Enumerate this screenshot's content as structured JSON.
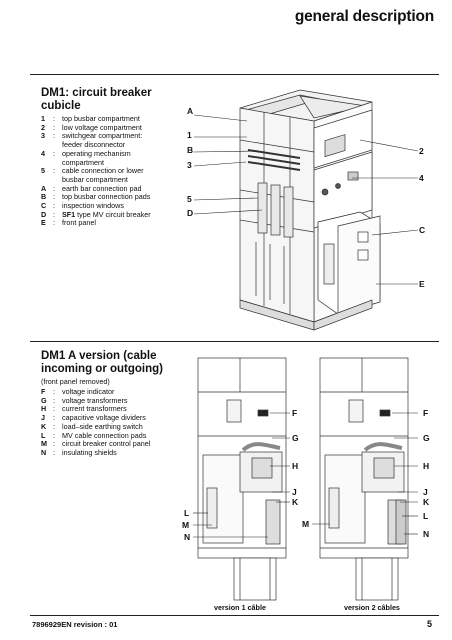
{
  "header": {
    "title": "general description"
  },
  "section1": {
    "title_line1": "DM1: circuit breaker",
    "title_line2": "cubicle",
    "legend": [
      {
        "key": "1",
        "lines": [
          "top busbar compartment"
        ]
      },
      {
        "key": "2",
        "lines": [
          "low voltage compartment"
        ]
      },
      {
        "key": "3",
        "lines": [
          "switchgear compartment:",
          "feeder disconnector"
        ]
      },
      {
        "key": "4",
        "lines": [
          "operating mechanism",
          "compartment"
        ]
      },
      {
        "key": "5",
        "lines": [
          "cable connection or lower",
          "busbar compartment"
        ]
      },
      {
        "key": "A",
        "lines": [
          "earth bar connection pad"
        ]
      },
      {
        "key": "B",
        "lines": [
          "top busbar connection pads"
        ]
      },
      {
        "key": "C",
        "lines": [
          "inspection windows"
        ]
      },
      {
        "key": "D",
        "lines": [
          "SF1 type MV circuit breaker"
        ]
      },
      {
        "key": "E",
        "lines": [
          "front panel"
        ]
      }
    ],
    "callouts": {
      "A": "A",
      "1": "1",
      "B": "B",
      "3": "3",
      "5": "5",
      "D": "D",
      "2": "2",
      "4": "4",
      "C": "C",
      "E": "E"
    }
  },
  "section2": {
    "title_line1": "DM1 A version (cable",
    "title_line2": "incoming or outgoing)",
    "note": "(front panel removed)",
    "legend": [
      {
        "key": "F",
        "lines": [
          "voltage indicator"
        ]
      },
      {
        "key": "G",
        "lines": [
          "voltage transformers"
        ]
      },
      {
        "key": "H",
        "lines": [
          "current transformers"
        ]
      },
      {
        "key": "J",
        "lines": [
          "capacitive voltage dividers"
        ]
      },
      {
        "key": "K",
        "lines": [
          "load–side earthing switch"
        ]
      },
      {
        "key": "L",
        "lines": [
          "MV cable connection pads"
        ]
      },
      {
        "key": "M",
        "lines": [
          "circuit breaker control panel"
        ]
      },
      {
        "key": "N",
        "lines": [
          "insulating shields"
        ]
      }
    ],
    "left_callouts": {
      "F": "F",
      "G": "G",
      "H": "H",
      "J": "J",
      "K": "K",
      "L": "L",
      "M": "M",
      "N": "N"
    },
    "right_callouts": {
      "F": "F",
      "G": "G",
      "H": "H",
      "J": "J",
      "K": "K",
      "L": "L",
      "M": "M",
      "N": "N"
    },
    "caption_v1": "version 1 câble",
    "caption_v2": "version 2 câbles"
  },
  "footer": {
    "doc_ref": "7896929EN revision : 01",
    "page_number": "5"
  }
}
